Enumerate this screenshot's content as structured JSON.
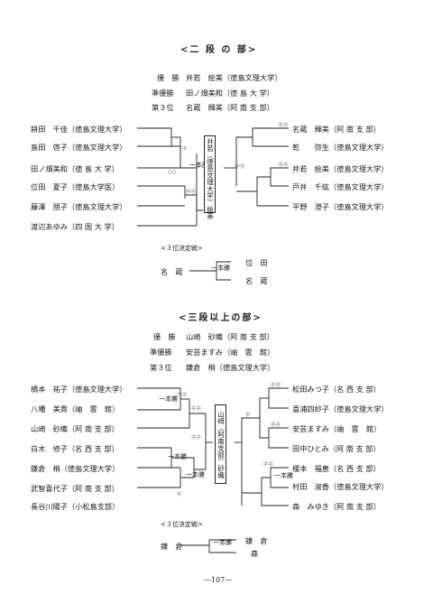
{
  "nidan": {
    "title": "<二 段 の 部>",
    "results": [
      {
        "rank": "優　勝",
        "name": "井若　絵美（徳島文理大学）"
      },
      {
        "rank": "準優勝",
        "name": "田ノ畑美和（徳 島 大 学）"
      },
      {
        "rank": "第３位",
        "name": "名蔵　輝美（阿 南 支 部）"
      }
    ],
    "left": [
      "耕田　千佳（徳島文理大学）",
      "島田　啓子（徳島文理大学）",
      "田ノ畑美和（徳 島 大 学）",
      "位田　夏子（徳島大学医）",
      "藤澤　朋子（徳島文理大学）",
      "渡辺あゆみ（四 国 大 学）"
    ],
    "right": [
      "名蔵　輝美（阿 南 支 部）",
      "乾　　弥生（徳島文理大学）",
      "井若　絵美（徳島文理大学）",
      "戸井　千紘（徳島文理大学）",
      "平野　澄子（徳島文理大学）"
    ],
    "champion": "井若（徳島文理大学）絵美",
    "ippon": "一本勝",
    "third_label": "<３位決定戦>",
    "third_left": "名　蔵",
    "third_right_top": "位　田",
    "third_right_bottom": "名　蔵",
    "third_ippon": "一本勝"
  },
  "sandan": {
    "title": "<三段以上の部>",
    "results": [
      {
        "rank": "優　勝",
        "name": "山崎　砂織（阿 南 支 部）"
      },
      {
        "rank": "準優勝",
        "name": "安芸ますみ（岫　雲　館）"
      },
      {
        "rank": "第３位",
        "name": "鎌倉　梢（徳島文理大学）"
      }
    ],
    "left": [
      "橋本　祐子（徳島文理大学）",
      "八幡　美貴（岫　雲　館）",
      "山崎　砂織（阿 南 支 部）",
      "白木　修子（名 西 支 部）",
      "鎌倉　梢（徳島文理大学）",
      "武智喜代子（阿 南 支 部）",
      "長谷川陽子（小松島支部）"
    ],
    "right": [
      "松田みつ子（名 西 支 部）",
      "喜浦四紗子（徳島文理大学）",
      "安芸ますみ（岫　雲　館）",
      "田中ひとみ（阿 南 支 部）",
      "榎本　福恵（名 西 支 部）",
      "村田　淑香（徳島文理大学）",
      "森　みゆき（阿 南 支 部）"
    ],
    "champion": "山崎（阿南支部）砂織",
    "ippon": "一本勝",
    "third_label": "<３位決定戦>",
    "third_left": "鎌　倉",
    "third_right_top": "鎌　倉",
    "third_right_bottom": "森",
    "third_ippon": "一本勝"
  },
  "page_number": "—107—"
}
